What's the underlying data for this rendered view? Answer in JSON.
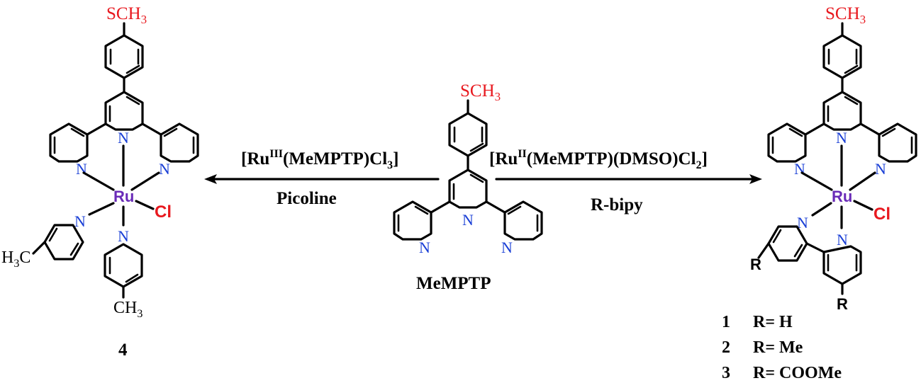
{
  "colors": {
    "sulfur_group": "#e8191f",
    "nitrogen": "#1a3fd6",
    "ruthenium": "#6a2bb8",
    "chlorine": "#e8191f",
    "bond": "#000000"
  },
  "center": {
    "sch3_prefix": "SCH",
    "sch3_sub": "3",
    "n_label": "N",
    "name": "MeMPTP"
  },
  "left_arrow": {
    "reagent_open": "[Ru",
    "reagent_sup": "III",
    "reagent_mid": "(MeMPTP)Cl",
    "reagent_sub": "3",
    "reagent_close": "]",
    "condition": "Picoline"
  },
  "right_arrow": {
    "reagent_open": "[Ru",
    "reagent_sup": "II",
    "reagent_mid": "(MeMPTP)(DMSO)Cl",
    "reagent_sub": "2",
    "reagent_close": "]",
    "condition": "R-bipy"
  },
  "left_complex": {
    "sch3_prefix": "SCH",
    "sch3_sub": "3",
    "n_label": "N",
    "metal": "Ru",
    "chloride": "Cl",
    "h3c_prefix": "H",
    "h3c_sub": "3",
    "h3c_suffix": "C",
    "ch3_prefix": "CH",
    "ch3_sub": "3",
    "compound_number": "4"
  },
  "right_complex": {
    "sch3_prefix": "SCH",
    "sch3_sub": "3",
    "n_label": "N",
    "metal": "Ru",
    "chloride": "Cl",
    "r_label": "R",
    "legend": [
      {
        "number": "1",
        "text": "R= H"
      },
      {
        "number": "2",
        "text": "R= Me"
      },
      {
        "number": "3",
        "text": "R= COOMe"
      }
    ]
  }
}
